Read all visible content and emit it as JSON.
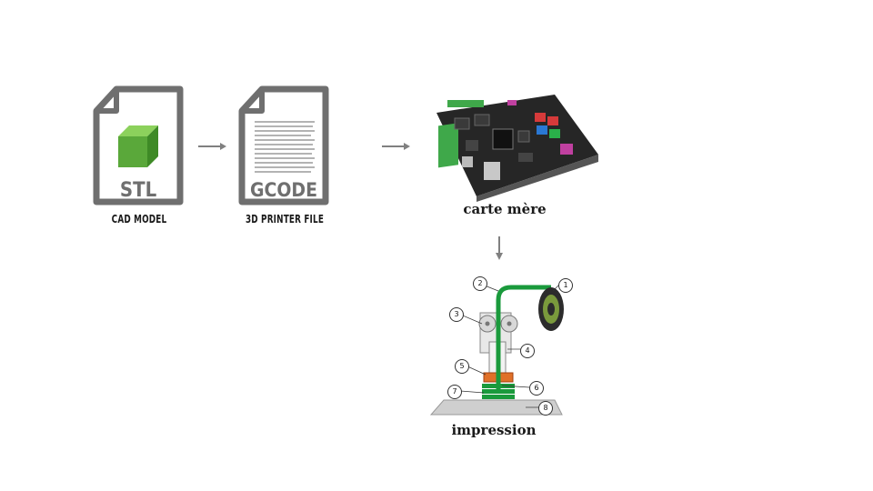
{
  "files": [
    {
      "tag": "STL",
      "caption": "CAD MODEL"
    },
    {
      "tag": "GCODE",
      "caption": "3D PRINTER FILE"
    }
  ],
  "board": {
    "caption": "carte mère"
  },
  "printer": {
    "caption": "impression",
    "parts": [
      "1",
      "2",
      "3",
      "4",
      "5",
      "6",
      "7",
      "8"
    ]
  },
  "colors": {
    "doc_stroke": "#6f6f6f",
    "arrow": "#808080",
    "cube_front": "#5aa83a",
    "filament": "#1a9a3c",
    "heater": "#e07028",
    "board": "#2a2a2a"
  }
}
